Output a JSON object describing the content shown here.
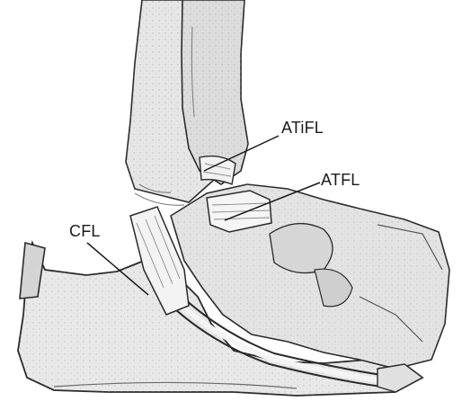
{
  "labels": {
    "atifl": "ATiFL",
    "atfl": "ATFL",
    "cfl": "CFL"
  },
  "colors": {
    "bone_fill": "#e6e6e6",
    "bone_shade": "#cfcfcf",
    "ligament_fill": "#f4f4f4",
    "ink": "#2a2a2a"
  }
}
